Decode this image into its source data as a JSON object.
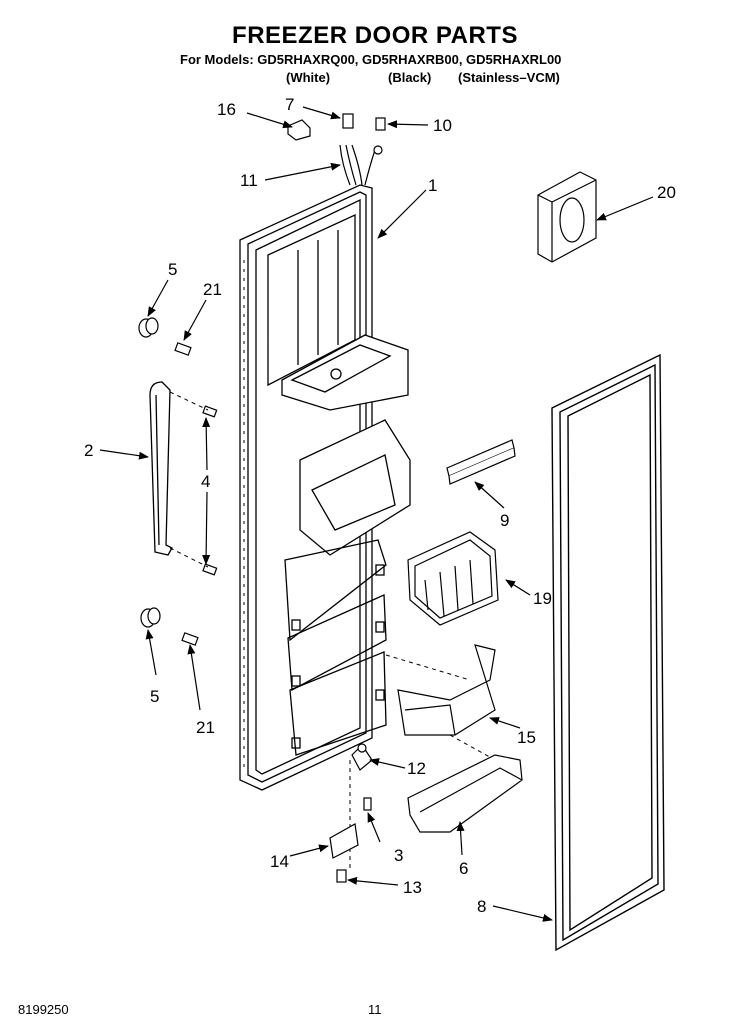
{
  "header": {
    "title": "FREEZER DOOR PARTS",
    "models_line": "For Models: GD5RHAXRQ00, GD5RHAXRB00, GD5RHAXRL00",
    "finish_white": "(White)",
    "finish_black": "(Black)",
    "finish_stainless": "(Stainless–VCM)"
  },
  "footer": {
    "doc_number": "8199250",
    "page_number": "11"
  },
  "callouts": {
    "c16": "16",
    "c7": "7",
    "c10": "10",
    "c11": "11",
    "c1": "1",
    "c20": "20",
    "c5a": "5",
    "c21a": "21",
    "c2": "2",
    "c4": "4",
    "c9": "9",
    "c19": "19",
    "c5b": "5",
    "c21b": "21",
    "c15": "15",
    "c12": "12",
    "c3": "3",
    "c14": "14",
    "c6": "6",
    "c13": "13",
    "c8": "8"
  }
}
